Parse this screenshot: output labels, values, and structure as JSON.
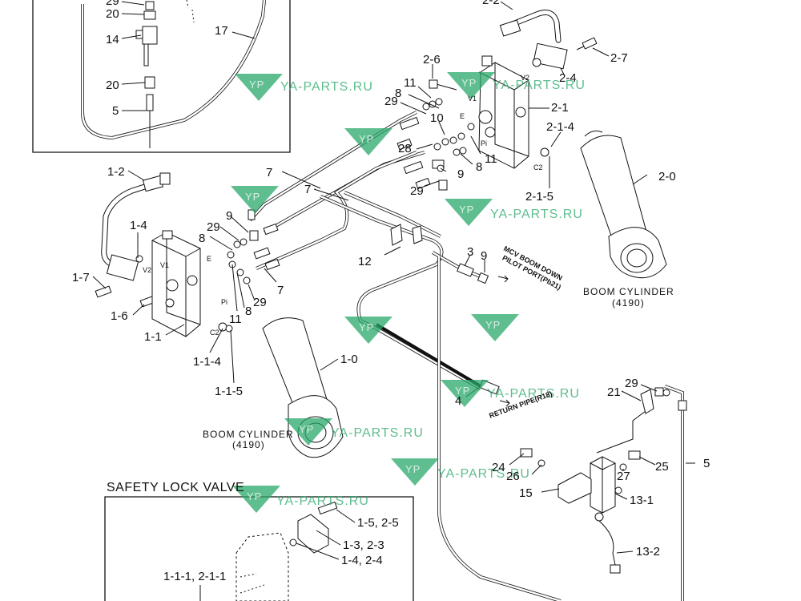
{
  "callouts": {
    "c29_top": "29",
    "c20_a": "20",
    "c14": "14",
    "c20_b": "20",
    "c5_inset": "5",
    "c17": "17",
    "c2_2": "2-2",
    "c2_7": "2-7",
    "c2_4": "2-4",
    "c2_6": "2-6",
    "c11_a": "11",
    "c8_a": "8",
    "c29_a": "29",
    "c2_1": "2-1",
    "c10": "10",
    "c2_1_4": "2-1-4",
    "c28": "28",
    "c8_b": "8",
    "c11_b": "11",
    "c9_a": "9",
    "c2_0": "2-0",
    "c7_a": "7",
    "c7_b": "7",
    "c29_b": "29",
    "c2_1_5": "2-1-5",
    "c1_2": "1-2",
    "c1_4": "1-4",
    "c9_b": "9",
    "c29_c": "29",
    "c8_c": "8",
    "c12": "12",
    "c3": "3",
    "c9_c": "9",
    "c1_7": "1-7",
    "c7_c": "7",
    "c29_d": "29",
    "c8_d": "8",
    "c1_6": "1-6",
    "c11_c": "11",
    "c1_1": "1-1",
    "c1_1_4": "1-1-4",
    "c1_0": "1-0",
    "c1_1_5": "1-1-5",
    "c4": "4",
    "c29_e": "29",
    "c21": "21",
    "c5_main": "5",
    "c24": "24",
    "c26": "26",
    "c25": "25",
    "c27": "27",
    "c15": "15",
    "c13_1": "13-1",
    "c13_2": "13-2",
    "c1_5_2_5": "1-5, 2-5",
    "c1_3_2_3": "1-3, 2-3",
    "c1_4_2_4": "1-4, 2-4",
    "c1_1_1_2_1_1": "1-1-1, 2-1-1"
  },
  "port_labels": {
    "v2_right": "V2",
    "v1_right": "V1",
    "e_right": "E",
    "pi_right": "Pi",
    "c2_right": "C2",
    "v2_left": "V2",
    "v1_left": "V1",
    "e_left": "E",
    "pi_left": "Pi",
    "c2_left": "C2"
  },
  "annotations": {
    "boom_cyl_right": "BOOM CYLINDER",
    "boom_cyl_right_code": "(4190)",
    "boom_cyl_left": "BOOM CYLINDER",
    "boom_cyl_left_code": "(4190)",
    "mcv_boom_down_1": "MCV BOOM DOWN",
    "mcv_boom_down_2": "PILOT PORT(Pb21)",
    "return_pipe": "RETURN PIPE(R18)",
    "safety_lock_valve": "SAFETY LOCK VALVE"
  },
  "watermark": {
    "text": "YA-PARTS.RU",
    "logo": "YP"
  },
  "colors": {
    "line": "#111111",
    "watermark": "#2aa86a",
    "background": "#ffffff"
  }
}
